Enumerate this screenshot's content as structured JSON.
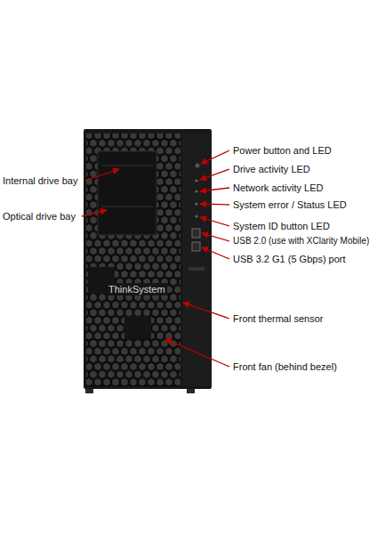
{
  "diagram": {
    "labels": [
      "Power button and LED",
      "Drive activity LED",
      "Network activity LED",
      "System error / Status LED",
      "System ID button LED",
      "USB 2.0 (use with XClarity Mobile)",
      "USB 3.2 G1 (5 Gbps) port",
      "Front thermal sensor",
      "Front fan (behind bezel)",
      "Internal drive bay",
      "Optical drive bay",
      "ThinkSystem"
    ]
  }
}
